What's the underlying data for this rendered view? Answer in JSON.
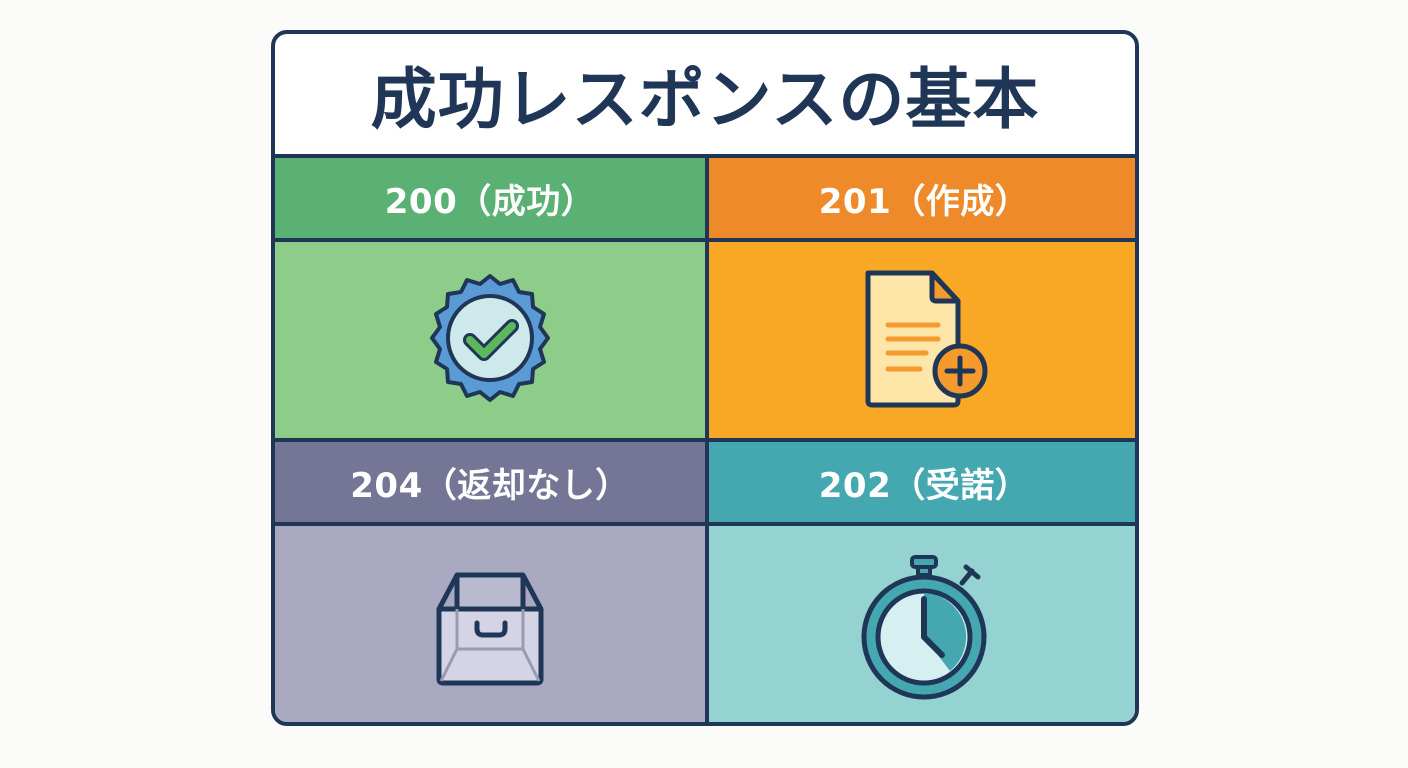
{
  "title": "成功レスポンスの基本",
  "colors": {
    "border": "#1f3657",
    "status_200_header": "#5bb173",
    "status_200_body": "#8dcc89",
    "status_201_header": "#ef8a2a",
    "status_201_body": "#f9a825",
    "status_204_header": "#757596",
    "status_204_body": "#a9a9c1",
    "status_202_header": "#45a8b0",
    "status_202_body": "#95d3d3"
  },
  "cells": [
    {
      "code": "200",
      "label": "200（成功）",
      "icon": "verified-badge-check-icon"
    },
    {
      "code": "201",
      "label": "201（作成）",
      "icon": "document-add-icon"
    },
    {
      "code": "204",
      "label": "204（返却なし）",
      "icon": "empty-box-icon"
    },
    {
      "code": "202",
      "label": "202（受諾）",
      "icon": "stopwatch-icon"
    }
  ]
}
